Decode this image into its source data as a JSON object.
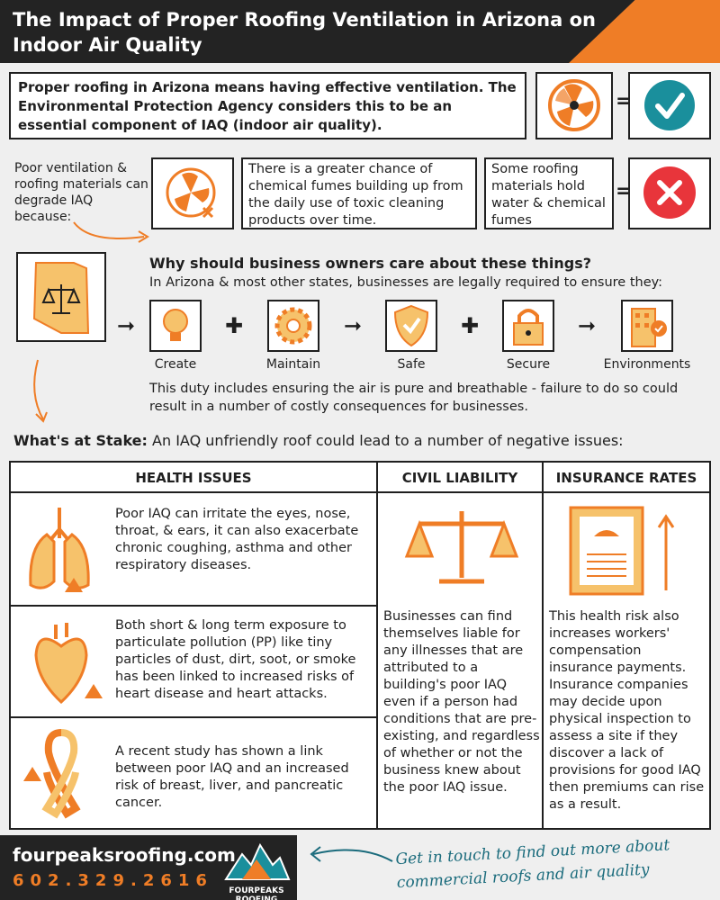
{
  "header": {
    "title": "The Impact of Proper Roofing Ventilation in Arizona on Indoor Air Quality"
  },
  "intro": {
    "text": "Proper roofing in Arizona means having effective ventilation. The Environmental Protection Agency considers this to be an essential component of IAQ (indoor air quality).",
    "equals": "="
  },
  "poor": {
    "text": "Poor ventilation & roofing materials can degrade IAQ because:",
    "fumes": "There is a greater chance of chemical fumes building up from the daily use of toxic cleaning products over time.",
    "materials": "Some roofing materials hold water & chemical fumes",
    "equals": "="
  },
  "why": {
    "heading": "Why should business owners care about these things?",
    "law": "In Arizona & most other states, businesses are legally required to ensure they:",
    "steps": [
      "Create",
      "Maintain",
      "Safe",
      "Secure",
      "Environments"
    ],
    "duty": "This duty includes ensuring the air is pure and breathable - failure to do so could result in a number of costly consequences for businesses."
  },
  "stake": {
    "label": "What's at Stake:",
    "text": "An IAQ unfriendly roof could lead to a number of negative issues:"
  },
  "table": {
    "headers": [
      "HEALTH ISSUES",
      "CIVIL LIABILITY",
      "INSURANCE RATES"
    ],
    "health": [
      "Poor IAQ can irritate the eyes, nose, throat, & ears, it can also exacerbate chronic coughing, asthma and other respiratory diseases.",
      "Both short & long term exposure to particulate pollution (PP) like tiny particles of dust, dirt, soot, or smoke has been linked to increased risks of heart disease and heart attacks.",
      "A recent study has shown a link between poor IAQ and an increased risk of breast, liver, and pancreatic cancer."
    ],
    "civil": "Businesses can find themselves liable for any illnesses that are attributed to a building's poor IAQ even if a person had conditions that are pre-existing, and regardless of whether or not the business knew about the poor IAQ issue.",
    "insurance": "This health risk also increases workers' compensation insurance payments. Insurance companies may decide upon physical inspection to assess a site if they discover a lack of provisions for good IAQ then premiums can rise as a result."
  },
  "footer": {
    "site": "fourpeaksroofing.com",
    "phone": "602.329.2616",
    "logo": "FOURPEAKS ROOFING",
    "cta": "Get in touch to find out more about commercial roofs and air quality"
  },
  "colors": {
    "accent": "#ef7d26",
    "dark": "#232323",
    "teal": "#1a8f9c",
    "red": "#e8353b"
  }
}
